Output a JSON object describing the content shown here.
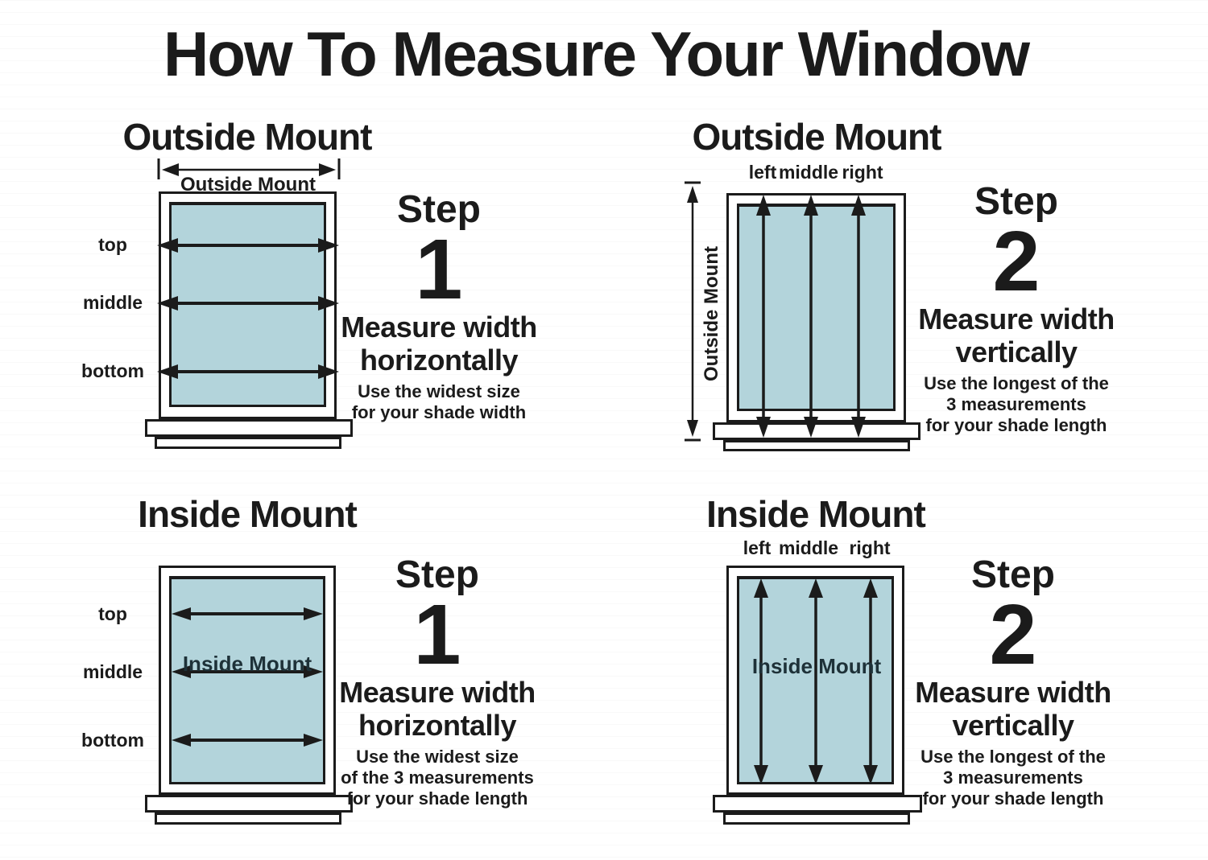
{
  "title": "How To Measure Your Window",
  "colors": {
    "ink": "#1b1b1b",
    "pane_fill": "#b3d4db",
    "background": "#ffffff"
  },
  "quadrants": {
    "outside_mount_horizontal": {
      "heading": "Outside Mount",
      "dimension_label": "Outside Mount",
      "row_labels": [
        "top",
        "middle",
        "bottom"
      ],
      "step": {
        "label": "Step",
        "number": "1",
        "instruction_line1": "Measure width",
        "instruction_line2": "horizontally",
        "notes": [
          "Use the widest size",
          "for your shade width"
        ]
      }
    },
    "outside_mount_vertical": {
      "heading": "Outside Mount",
      "side_dimension_label": "Outside Mount",
      "column_labels": [
        "left",
        "middle",
        "right"
      ],
      "step": {
        "label": "Step",
        "number": "2",
        "instruction_line1": "Measure width",
        "instruction_line2": "vertically",
        "notes": [
          "Use the longest of the",
          "3 measurements",
          "for your shade length"
        ]
      }
    },
    "inside_mount_horizontal": {
      "heading": "Inside Mount",
      "pane_label": "Inside Mount",
      "row_labels": [
        "top",
        "middle",
        "bottom"
      ],
      "step": {
        "label": "Step",
        "number": "1",
        "instruction_line1": "Measure width",
        "instruction_line2": "horizontally",
        "notes": [
          "Use the widest size",
          "of the 3 measurements",
          "for your shade length"
        ]
      }
    },
    "inside_mount_vertical": {
      "heading": "Inside Mount",
      "pane_label": "Inside Mount",
      "column_labels": [
        "left",
        "middle",
        "right"
      ],
      "step": {
        "label": "Step",
        "number": "2",
        "instruction_line1": "Measure width",
        "instruction_line2": "vertically",
        "notes": [
          "Use the longest of the",
          "3 measurements",
          "for your shade length"
        ]
      }
    }
  }
}
